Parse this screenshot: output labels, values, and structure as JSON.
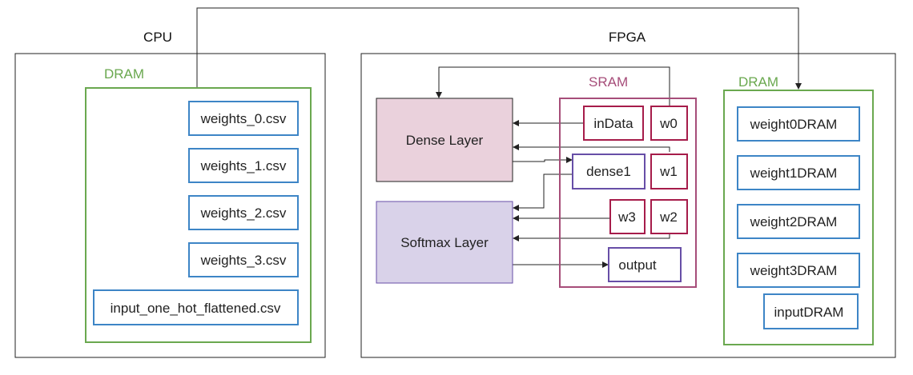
{
  "colors": {
    "outline": "#222222",
    "dram_green": "#6aa84f",
    "sram_magenta": "#a64d79",
    "file_blue": "#3d85c6",
    "sram_item_red": "#a61c4a",
    "dense_fill": "#ead1dc",
    "softmax_fill": "#d9d2e9",
    "softmax_border": "#674ea7",
    "dram_blue": "#3d85c6"
  },
  "cpu": {
    "title": "CPU",
    "dram": {
      "label": "DRAM",
      "files": [
        "weights_0.csv",
        "weights_1.csv",
        "weights_2.csv",
        "weights_3.csv",
        "input_one_hot_flattened.csv"
      ]
    }
  },
  "fpga": {
    "title": "FPGA",
    "dense_layer": "Dense Layer",
    "softmax_layer": "Softmax Layer",
    "sram": {
      "label": "SRAM",
      "in_data": "inData",
      "w0": "w0",
      "dense1": "dense1",
      "w1": "w1",
      "w3": "w3",
      "w2": "w2",
      "output": "output"
    },
    "dram": {
      "label": "DRAM",
      "items": [
        "weight0DRAM",
        "weight1DRAM",
        "weight2DRAM",
        "weight3DRAM",
        "inputDRAM"
      ]
    }
  }
}
